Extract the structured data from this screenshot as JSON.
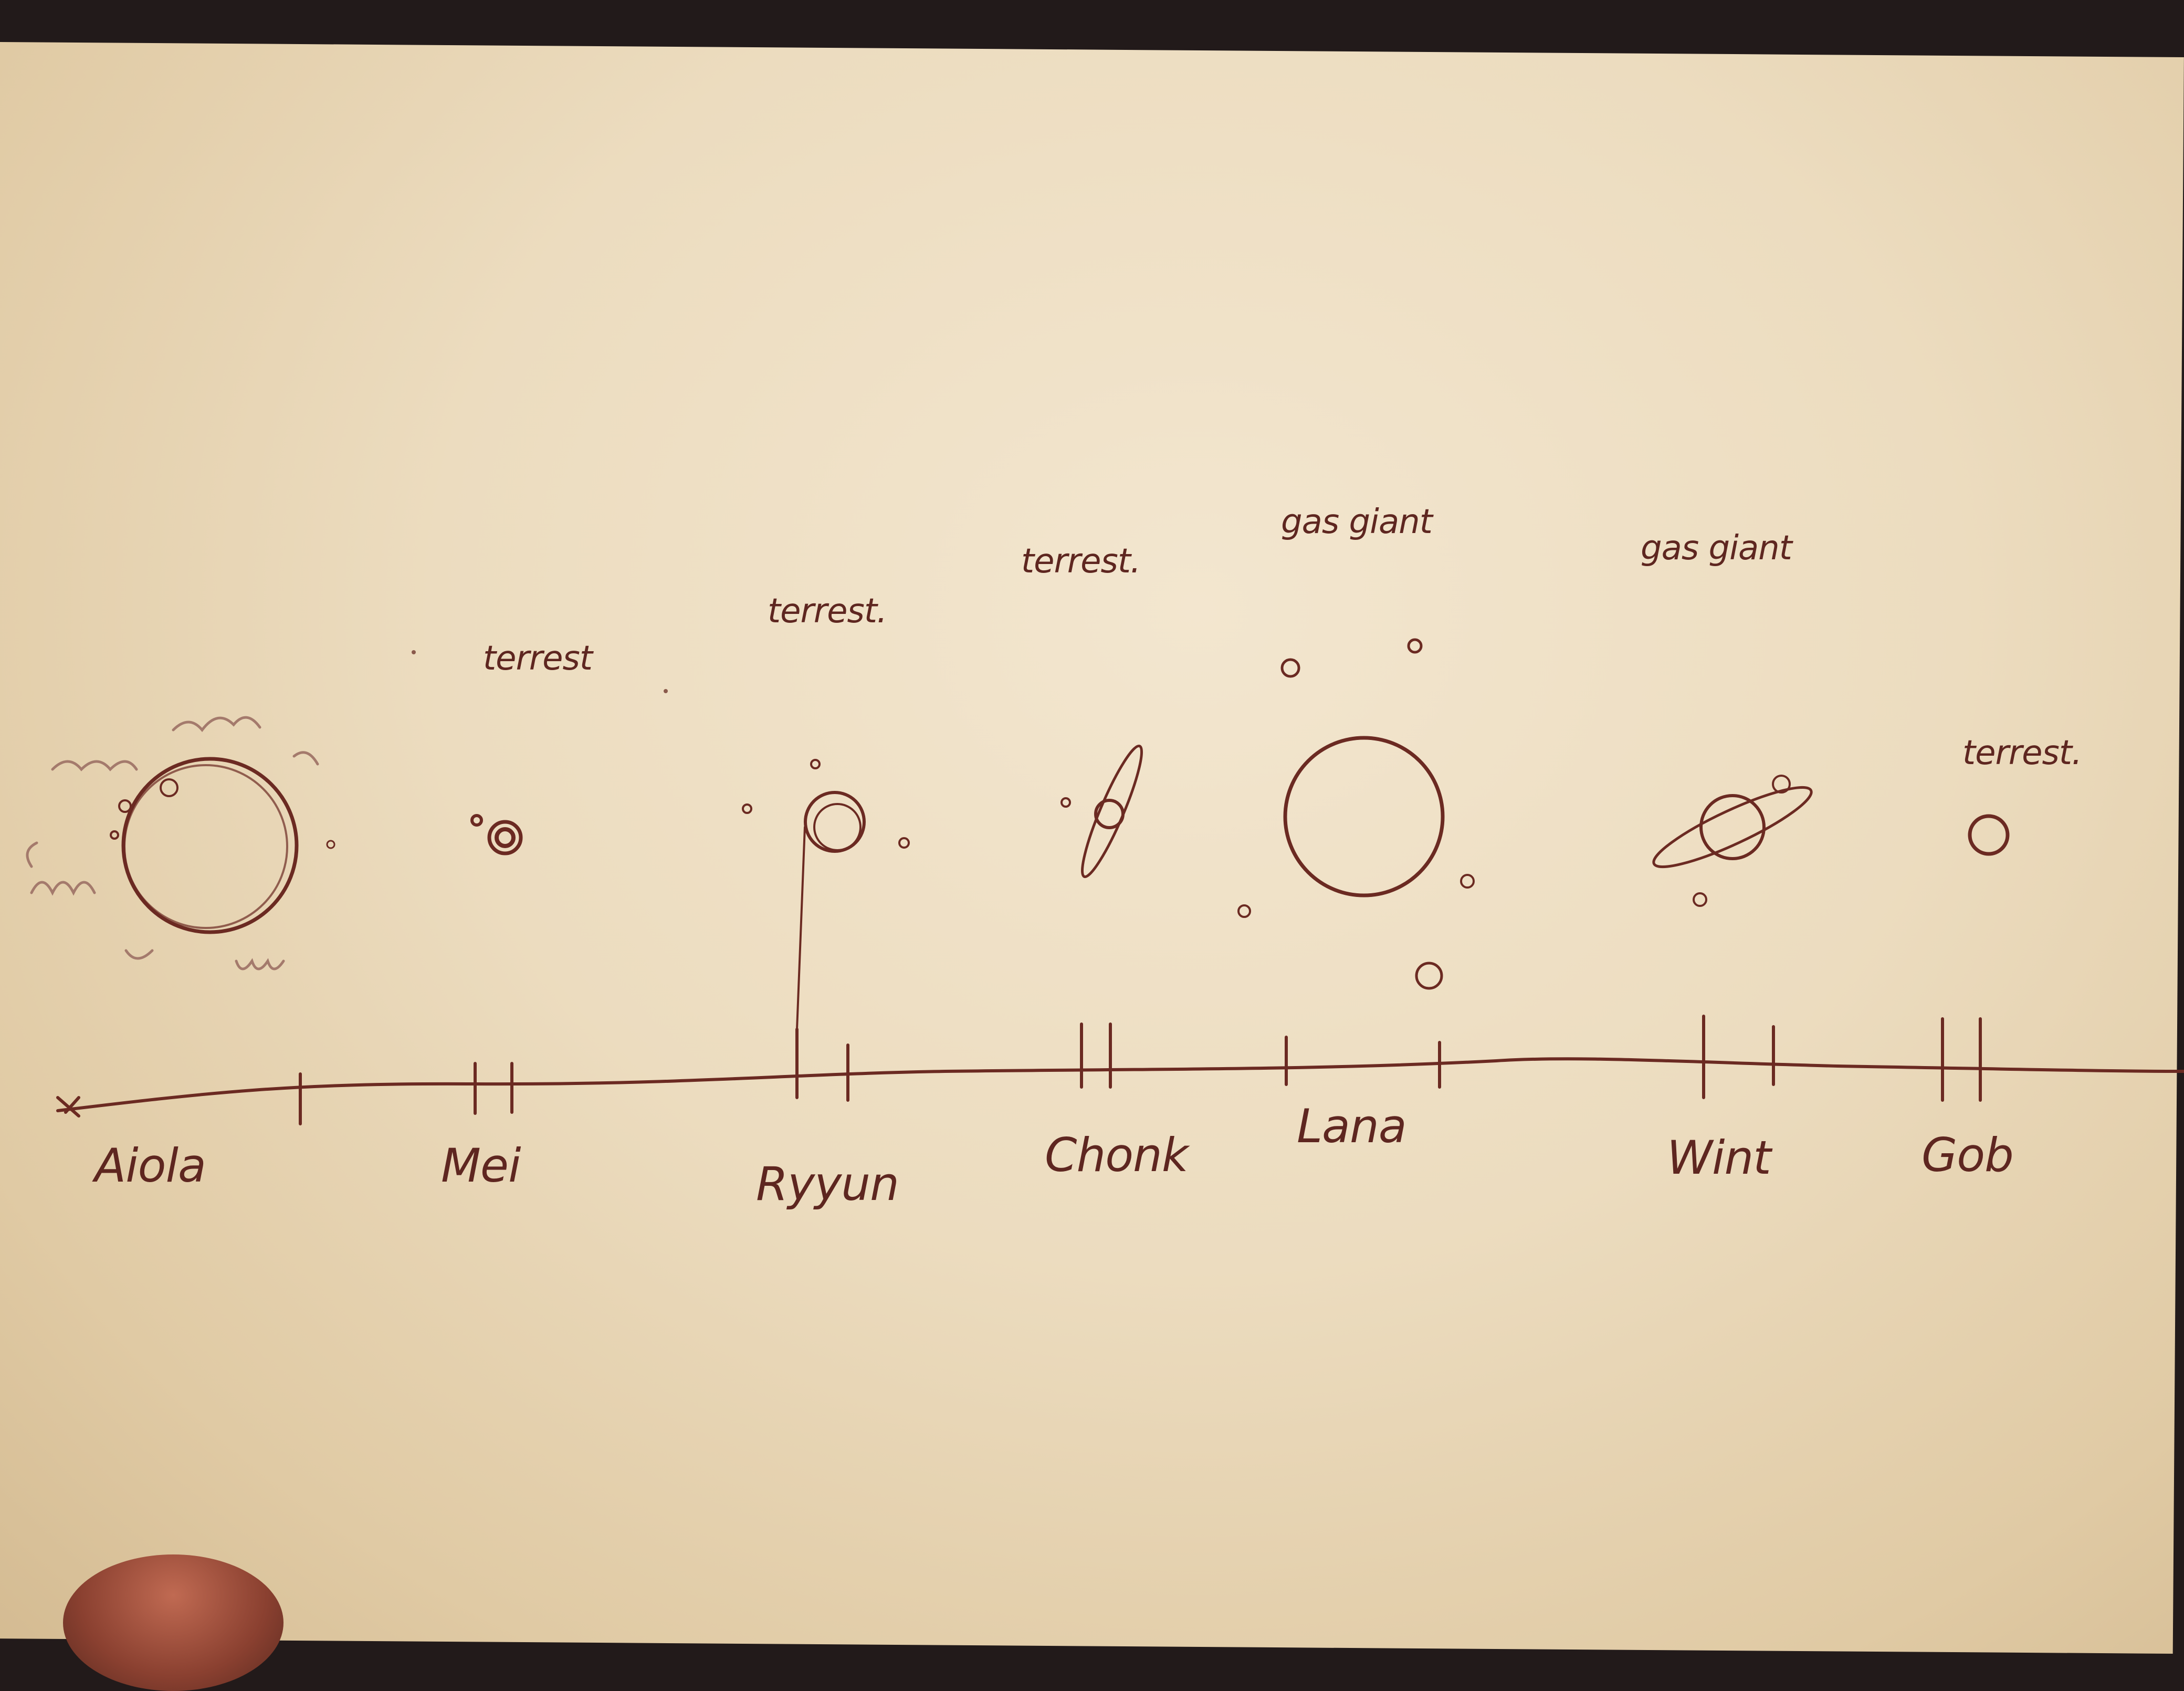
{
  "planets": [
    {
      "name": "Aiola",
      "type": ""
    },
    {
      "name": "Mei",
      "type": "terrest"
    },
    {
      "name": "Ryyun",
      "type": "terrest."
    },
    {
      "name": "Chonk",
      "type": "terrest."
    },
    {
      "name": "Lana",
      "type": "gas giant"
    },
    {
      "name": "Wint",
      "type": "gas giant"
    },
    {
      "name": "Gob",
      "type": "terrest."
    }
  ],
  "colors": {
    "ink": "#6b2a22",
    "paper": "#ecdcbf"
  }
}
